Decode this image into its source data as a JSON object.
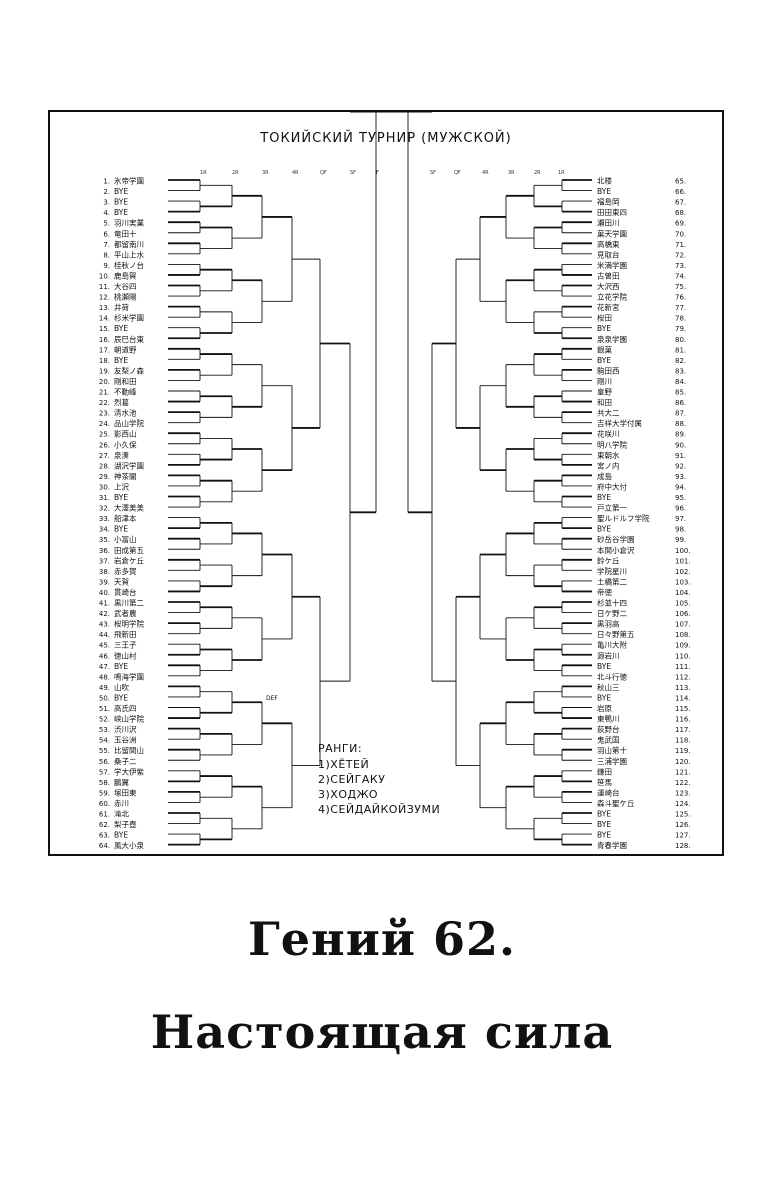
{
  "bracket": {
    "title": "ТОКИЙСКИЙ ТУРНИР (МУЖСКОЙ)",
    "round_labels_left": [
      "1R",
      "2R",
      "3R",
      "4R",
      "QF",
      "SF",
      "F"
    ],
    "round_labels_right": [
      "SF",
      "QF",
      "4R",
      "3R",
      "2R",
      "1R"
    ],
    "left_teams": [
      "氷帝学園",
      "BYE",
      "BYE",
      "BYE",
      "羽川実業",
      "竜田十",
      "都留南川",
      "平山上水",
      "桂秋ノ台",
      "鹿島賀",
      "大谷四",
      "桃瀬陽",
      "井荷",
      "杉米学園",
      "BYE",
      "辰巳台東",
      "朝道野",
      "BYE",
      "友梨ノ森",
      "剛和田",
      "不動峰",
      "烈葛",
      "清水池",
      "品山学院",
      "影西山",
      "小久保",
      "泉湊",
      "湖沢学園",
      "神茶闇",
      "上沢",
      "BYE",
      "大澤美美",
      "船津本",
      "BYE",
      "小冨山",
      "田成第五",
      "岩倉ケ丘",
      "赤多賀",
      "天賀",
      "貫崎台",
      "黒川第二",
      "武者農",
      "桜明学院",
      "飛新田",
      "三王子",
      "徳山村",
      "BYE",
      "鳴海学園",
      "山吹",
      "BYE",
      "高氏四",
      "峡山学院",
      "渋川沢",
      "玉谷洲",
      "比留間山",
      "桑子二",
      "学大伊紫",
      "鵬翼",
      "塚田東",
      "赤川",
      "滝北",
      "梨子壺",
      "BYE",
      "風大小泉"
    ],
    "right_teams": [
      "北楼",
      "BYE",
      "福島岡",
      "田田東四",
      "瀬田川",
      "菓天学園",
      "高橋東",
      "見取台",
      "米満学園",
      "古曽田",
      "大沢西",
      "立花学院",
      "花新宮",
      "桜田",
      "BYE",
      "泉泉学園",
      "銀菓",
      "BYE",
      "駒田西",
      "剛川",
      "皇野",
      "和田",
      "共大二",
      "吉祥大学付属",
      "花咲川",
      "明八学院",
      "東朝水",
      "宮ノ内",
      "成島",
      "府中大付",
      "BYE",
      "戸立第一",
      "聖ルドルフ学院",
      "BYE",
      "砂岳谷学園",
      "本間小倉沢",
      "鈴ケ丘",
      "学院星川",
      "土橋第二",
      "帝徳",
      "杉並十四",
      "日ケ野二",
      "黒羽高",
      "日々野第五",
      "亀川大附",
      "源岩川",
      "BYE",
      "北斗行徳",
      "秋山三",
      "BYE",
      "岩原",
      "東鴨川",
      "荻野台",
      "鬼武国",
      "羽山第十",
      "三浦学園",
      "鎌田",
      "笹馬",
      "運崎台",
      "森斗聖ケ丘",
      "BYE",
      "BYE",
      "BYE",
      "青春学園"
    ],
    "rankings_heading": "РАНГИ:",
    "rankings": [
      "1)ХЁТЕЙ",
      "2)СЕЙГАКУ",
      "3)ХОДЖО",
      "4)СЕЙДАЙКОЙЗУМИ"
    ],
    "def_label": "DEF"
  },
  "caption": {
    "line1": "Гений 62.",
    "line2": "Настоящая сила"
  }
}
